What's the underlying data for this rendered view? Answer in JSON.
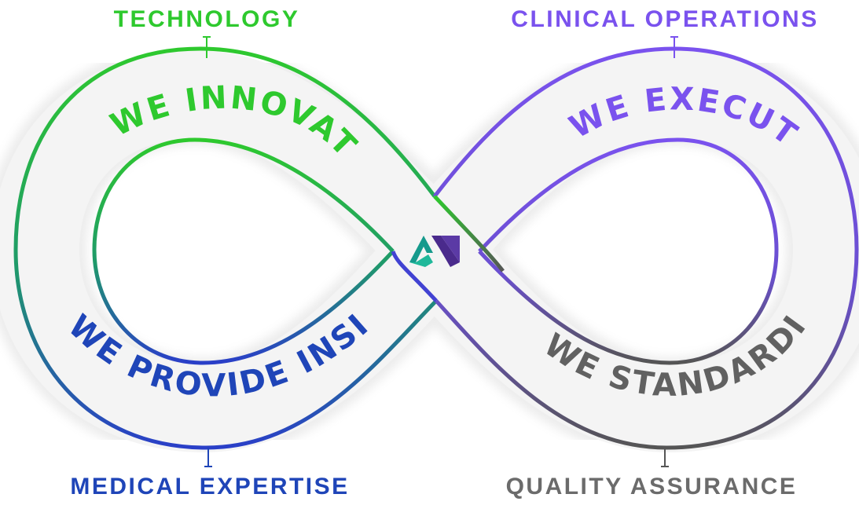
{
  "labels": {
    "technology": "TECHNOLOGY",
    "clinical_operations": "CLINICAL OPERATIONS",
    "medical_expertise": "MEDICAL EXPERTISE",
    "quality_assurance": "QUALITY ASSURANCE"
  },
  "loop_text": {
    "innovate": "WE INNOVATE",
    "execute": "WE EXECUTE",
    "insight": "WE PROVIDE INSIGHT",
    "standardize": "WE STANDARDIZE"
  },
  "colors": {
    "technology": "#2ec92e",
    "clinical_operations": "#7a52ee",
    "medical_expertise": "#1f45b8",
    "quality_assurance": "#6b6b6b",
    "logo_teal": "#159a8c",
    "logo_purple": "#4a2a8c"
  },
  "icons": {
    "center_logo": "brand-logo-icon"
  }
}
